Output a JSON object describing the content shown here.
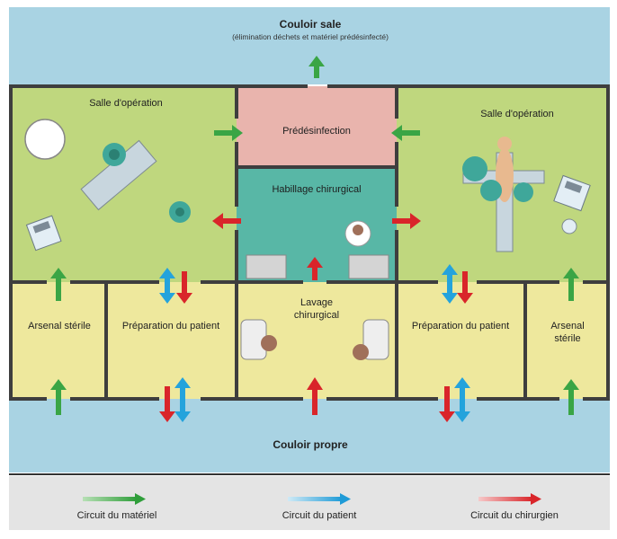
{
  "colors": {
    "corridor": "#a9d3e3",
    "room_green": "#bfd77e",
    "room_pink": "#e9b4ad",
    "room_teal": "#58b7a6",
    "room_yellow": "#eee89d",
    "legend_bg": "#e4e4e4",
    "wall": "#3e3e3e",
    "arrow_material": "#3aa545",
    "arrow_patient": "#24a3dc",
    "arrow_surgeon": "#d9252a"
  },
  "corridors": {
    "top_title": "Couloir sale",
    "top_subtitle": "(élimination déchets et matériel prédésinfecté)",
    "bottom_title": "Couloir propre"
  },
  "rooms": {
    "or_left": "Salle d'opération",
    "or_right": "Salle d'opération",
    "predesinfection": "Prédésinfection",
    "habillage": "Habillage chirurgical",
    "lavage": "Lavage chirurgical",
    "arsenal_left": "Arsenal stérile",
    "prep_left": "Préparation du patient",
    "prep_right": "Préparation du patient",
    "arsenal_right": "Arsenal stérile"
  },
  "legend": {
    "material": "Circuit du matériel",
    "patient": "Circuit du patient",
    "surgeon": "Circuit du chirurgien"
  },
  "icons": [
    "operating-lamp-icon",
    "operating-table-icon",
    "surgeon-icon",
    "equipment-cart-icon",
    "patient-icon",
    "scrub-sink-icon"
  ]
}
